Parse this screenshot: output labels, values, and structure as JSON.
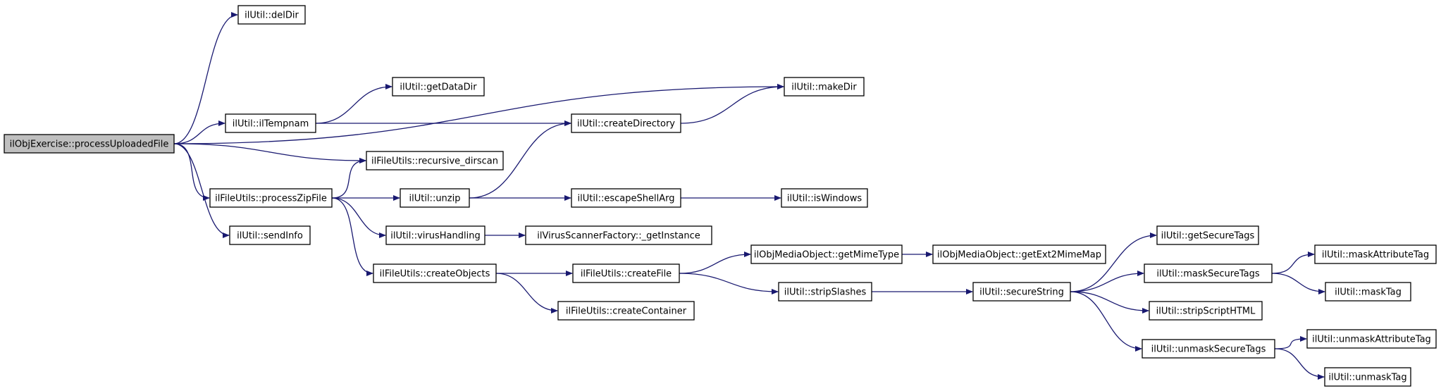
{
  "colors": {
    "edge": "#191970",
    "node_border": "#000000",
    "root_fill": "#bfbfbf",
    "node_fill": "#ffffff"
  },
  "graph": {
    "nodes": [
      {
        "id": "root",
        "label": "ilObjExercise::processUploadedFile",
        "root": true
      },
      {
        "id": "delDir",
        "label": "ilUtil::delDir"
      },
      {
        "id": "makeDir",
        "label": "ilUtil::makeDir"
      },
      {
        "id": "ilTempnam",
        "label": "ilUtil::ilTempnam"
      },
      {
        "id": "getDataDir",
        "label": "ilUtil::getDataDir"
      },
      {
        "id": "createDirectory",
        "label": "ilUtil::createDirectory"
      },
      {
        "id": "recursive_dirscan",
        "label": "ilFileUtils::recursive_dirscan"
      },
      {
        "id": "processZipFile",
        "label": "ilFileUtils::processZipFile"
      },
      {
        "id": "unzip",
        "label": "ilUtil::unzip"
      },
      {
        "id": "escapeShellArg",
        "label": "ilUtil::escapeShellArg"
      },
      {
        "id": "isWindows",
        "label": "ilUtil::isWindows"
      },
      {
        "id": "sendInfo",
        "label": "ilUtil::sendInfo"
      },
      {
        "id": "virusHandling",
        "label": "ilUtil::virusHandling"
      },
      {
        "id": "getInstance",
        "label": "ilVirusScannerFactory::_getInstance"
      },
      {
        "id": "createObjects",
        "label": "ilFileUtils::createObjects"
      },
      {
        "id": "createFile",
        "label": "ilFileUtils::createFile"
      },
      {
        "id": "getMimeType",
        "label": "ilObjMediaObject::getMimeType"
      },
      {
        "id": "getExt2MimeMap",
        "label": "ilObjMediaObject::getExt2MimeMap"
      },
      {
        "id": "createContainer",
        "label": "ilFileUtils::createContainer"
      },
      {
        "id": "stripSlashes",
        "label": "ilUtil::stripSlashes"
      },
      {
        "id": "secureString",
        "label": "ilUtil::secureString"
      },
      {
        "id": "getSecureTags",
        "label": "ilUtil::getSecureTags"
      },
      {
        "id": "maskSecureTags",
        "label": "ilUtil::maskSecureTags"
      },
      {
        "id": "maskAttributeTag",
        "label": "ilUtil::maskAttributeTag"
      },
      {
        "id": "maskTag",
        "label": "ilUtil::maskTag"
      },
      {
        "id": "stripScriptHTML",
        "label": "ilUtil::stripScriptHTML"
      },
      {
        "id": "unmaskSecureTags",
        "label": "ilUtil::unmaskSecureTags"
      },
      {
        "id": "unmaskAttributeTag",
        "label": "ilUtil::unmaskAttributeTag"
      },
      {
        "id": "unmaskTag",
        "label": "ilUtil::unmaskTag"
      }
    ],
    "edges": [
      {
        "from": "root",
        "to": "delDir"
      },
      {
        "from": "root",
        "to": "makeDir"
      },
      {
        "from": "root",
        "to": "ilTempnam"
      },
      {
        "from": "root",
        "to": "recursive_dirscan"
      },
      {
        "from": "root",
        "to": "processZipFile"
      },
      {
        "from": "root",
        "to": "sendInfo"
      },
      {
        "from": "ilTempnam",
        "to": "getDataDir"
      },
      {
        "from": "ilTempnam",
        "to": "createDirectory"
      },
      {
        "from": "createDirectory",
        "to": "makeDir"
      },
      {
        "from": "processZipFile",
        "to": "recursive_dirscan"
      },
      {
        "from": "processZipFile",
        "to": "unzip"
      },
      {
        "from": "processZipFile",
        "to": "virusHandling"
      },
      {
        "from": "processZipFile",
        "to": "createObjects"
      },
      {
        "from": "unzip",
        "to": "createDirectory"
      },
      {
        "from": "unzip",
        "to": "escapeShellArg"
      },
      {
        "from": "escapeShellArg",
        "to": "isWindows"
      },
      {
        "from": "virusHandling",
        "to": "getInstance"
      },
      {
        "from": "createObjects",
        "to": "createFile"
      },
      {
        "from": "createObjects",
        "to": "createContainer"
      },
      {
        "from": "createFile",
        "to": "getMimeType"
      },
      {
        "from": "createFile",
        "to": "stripSlashes"
      },
      {
        "from": "getMimeType",
        "to": "getExt2MimeMap"
      },
      {
        "from": "stripSlashes",
        "to": "secureString"
      },
      {
        "from": "secureString",
        "to": "getSecureTags"
      },
      {
        "from": "secureString",
        "to": "maskSecureTags"
      },
      {
        "from": "secureString",
        "to": "stripScriptHTML"
      },
      {
        "from": "secureString",
        "to": "unmaskSecureTags"
      },
      {
        "from": "maskSecureTags",
        "to": "maskAttributeTag"
      },
      {
        "from": "maskSecureTags",
        "to": "maskTag"
      },
      {
        "from": "unmaskSecureTags",
        "to": "unmaskAttributeTag"
      },
      {
        "from": "unmaskSecureTags",
        "to": "unmaskTag"
      }
    ]
  }
}
